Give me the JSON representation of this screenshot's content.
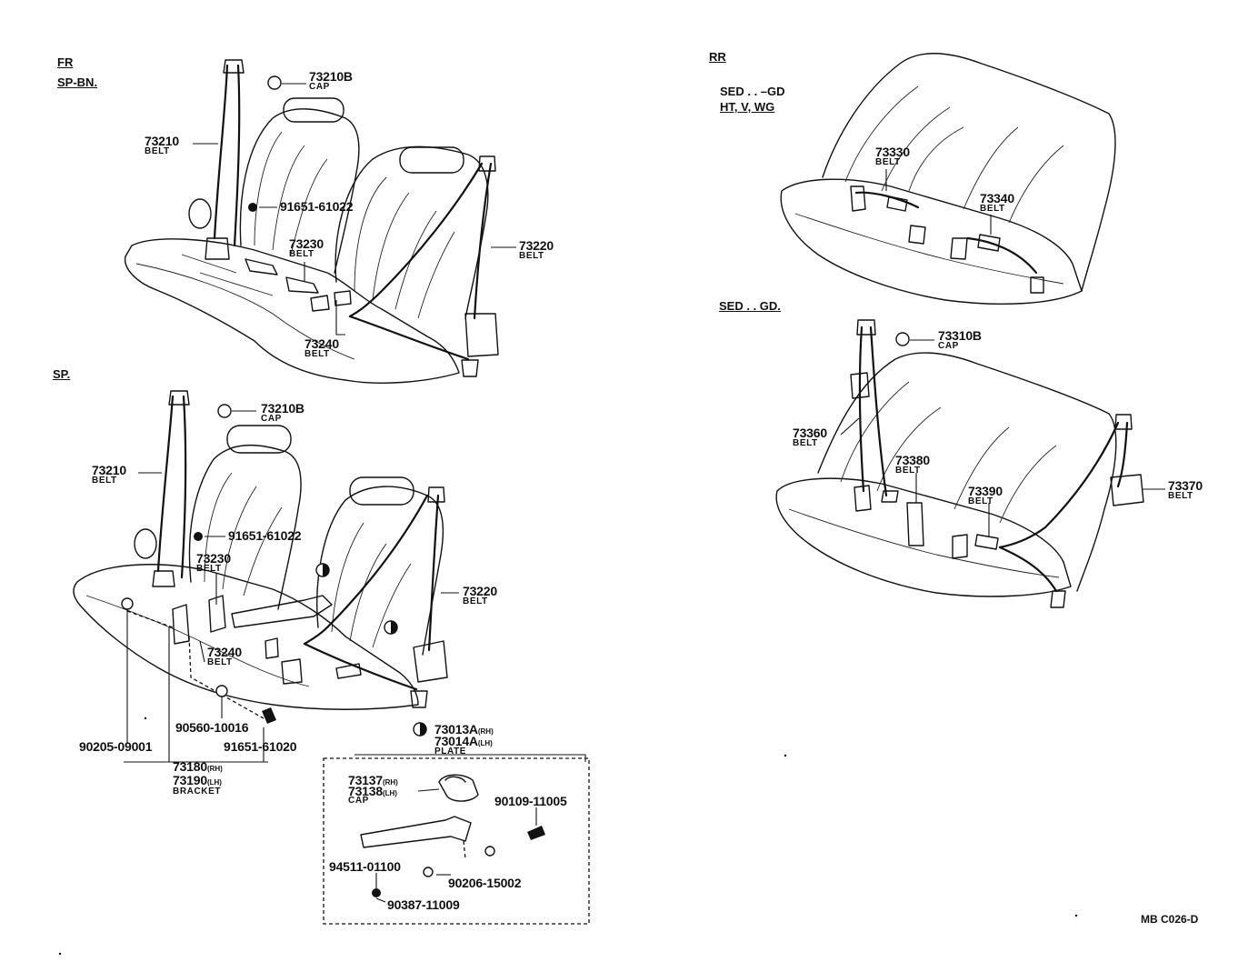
{
  "sections": {
    "fr": "FR",
    "sp_bn": "SP-BN.",
    "sp": "SP.",
    "rr": "RR",
    "sed_gd_line1": "SED . . –GD",
    "sed_gd_line2": "HT, V, WG",
    "sed_gd2": "SED . . GD."
  },
  "callouts": {
    "a_73210b_no": "73210B",
    "a_73210b_sub": "CAP",
    "a_73210_no": "73210",
    "a_73210_sub": "BELT",
    "a_91651_no": "91651-61022",
    "a_73230_no": "73230",
    "a_73230_sub": "BELT",
    "a_73220_no": "73220",
    "a_73220_sub": "BELT",
    "a_73240_no": "73240",
    "a_73240_sub": "BELT",
    "b_73210b_no": "73210B",
    "b_73210b_sub": "CAP",
    "b_73210_no": "73210",
    "b_73210_sub": "BELT",
    "b_91651_no": "91651-61022",
    "b_73230_no": "73230",
    "b_73230_sub": "BELT",
    "b_73220_no": "73220",
    "b_73220_sub": "BELT",
    "b_73240_no": "73240",
    "b_73240_sub": "BELT",
    "b_90560_no": "90560-10016",
    "b_90205_no": "90205-09001",
    "b_91651b_no": "91651-61020",
    "b_73180_no": "73180",
    "b_73180_suf": "(RH)",
    "b_73190_no": "73190",
    "b_73190_suf": "(LH)",
    "b_bracket_sub": "BRACKET",
    "b_73013_no": "73013A",
    "b_73013_suf": "(RH)",
    "b_73014_no": "73014A",
    "b_73014_suf": "(LH)",
    "b_plate_sub": "PLATE",
    "c_73137_no": "73137",
    "c_73137_suf": "(RH)",
    "c_73138_no": "73138",
    "c_73138_suf": "(LH)",
    "c_cap_sub": "CAP",
    "c_90109_no": "90109-11005",
    "c_94511_no": "94511-01100",
    "c_90206_no": "90206-15002",
    "c_90387_no": "90387-11009",
    "d_73330_no": "73330",
    "d_73330_sub": "BELT",
    "d_73340_no": "73340",
    "d_73340_sub": "BELT",
    "e_73310b_no": "73310B",
    "e_73310b_sub": "CAP",
    "e_73360_no": "73360",
    "e_73360_sub": "BELT",
    "e_73380_no": "73380",
    "e_73380_sub": "BELT",
    "e_73390_no": "73390",
    "e_73390_sub": "BELT",
    "e_73370_no": "73370",
    "e_73370_sub": "BELT"
  },
  "diagram_code": "MB C026-D"
}
